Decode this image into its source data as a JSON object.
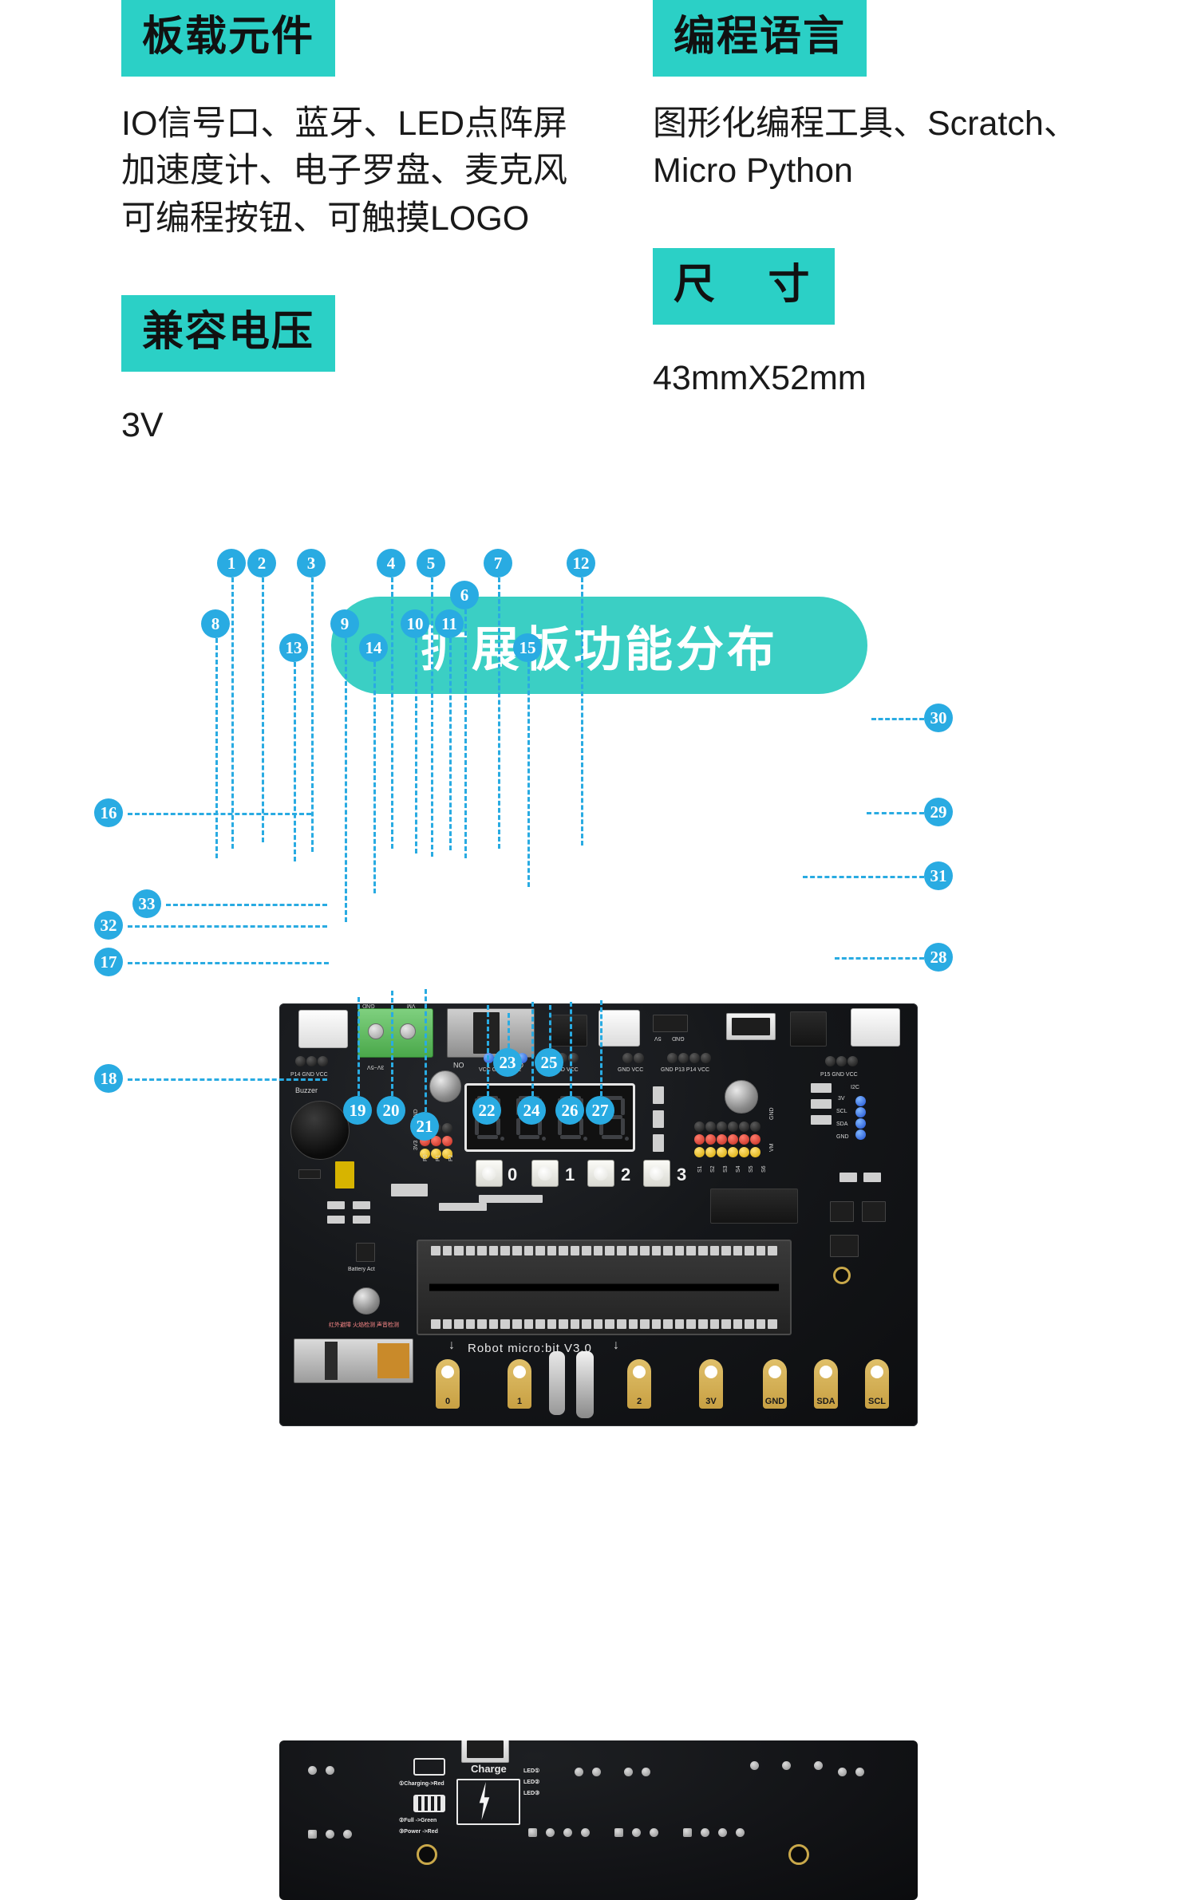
{
  "specs": {
    "left": [
      {
        "heading": "板载元件",
        "body": "IO信号口、蓝牙、LED点阵屏\n加速度计、电子罗盘、麦克风\n可编程按钮、可触摸LOGO"
      },
      {
        "heading": "兼容电压",
        "body": "3V"
      }
    ],
    "right": [
      {
        "heading": "编程语言",
        "body": "图形化编程工具、Scratch、\nMicro Python"
      },
      {
        "heading": "尺  寸",
        "body": "43mmX52mm"
      }
    ]
  },
  "banner": {
    "title": "扩展板功能分布"
  },
  "colors": {
    "accent_teal": "#2BD0C6",
    "banner_teal": "#3BCFC4",
    "callout_blue": "#29ABE2",
    "pcb_black": "#15171a",
    "pad_gold": "#c8a043"
  },
  "callouts": {
    "top": [
      "1",
      "2",
      "3",
      "4",
      "5",
      "7",
      "12"
    ],
    "second": [
      "8",
      "9",
      "10",
      "11",
      "6",
      "13",
      "14",
      "15"
    ],
    "left": [
      "16",
      "33",
      "32",
      "17",
      "18"
    ],
    "right": [
      "30",
      "29",
      "31",
      "28"
    ],
    "bottom": [
      "19",
      "20",
      "21",
      "22",
      "23",
      "24",
      "25",
      "26",
      "27"
    ],
    "all": [
      "1",
      "2",
      "3",
      "4",
      "5",
      "6",
      "7",
      "8",
      "9",
      "10",
      "11",
      "12",
      "13",
      "14",
      "15",
      "16",
      "17",
      "18",
      "19",
      "20",
      "21",
      "22",
      "23",
      "24",
      "25",
      "26",
      "27",
      "28",
      "29",
      "30",
      "31",
      "32",
      "33"
    ]
  },
  "board_front": {
    "model_text": "Robot micro:bit V3.0",
    "silkscreen": [
      "P14",
      "GND",
      "VCC",
      "Buzzer",
      "3V~5V",
      "GND",
      "VM",
      "ON",
      "OFF",
      "VCC",
      "GND",
      "P1",
      "P2",
      "P12",
      "GND",
      "VCC",
      "GND",
      "3V3",
      "P0",
      "P1",
      "P2",
      "P0",
      "5V",
      "GND",
      "GND",
      "P13",
      "P14",
      "P15",
      "VCC",
      "P15",
      "GND",
      "VCC",
      "I2C",
      "3V",
      "SCL",
      "SDA",
      "GND",
      "GND",
      "VM",
      "S1",
      "S2",
      "S3",
      "S4",
      "S5",
      "S6",
      "Battery Act",
      "红外避障  火焰检测  声音检测"
    ],
    "button_labels": [
      "0",
      "1",
      "2",
      "3"
    ],
    "display_digits": [
      "8",
      "8",
      "8",
      "8"
    ],
    "pad_labels": [
      "0",
      "1",
      "2",
      "3V",
      "GND",
      "SDA",
      "SCL"
    ]
  },
  "board_back": {
    "labels": [
      "Charge",
      "①Charging->Red",
      "②Full  ->Green",
      "③Power ->Red",
      "LED①",
      "LED②",
      "LED③"
    ]
  }
}
